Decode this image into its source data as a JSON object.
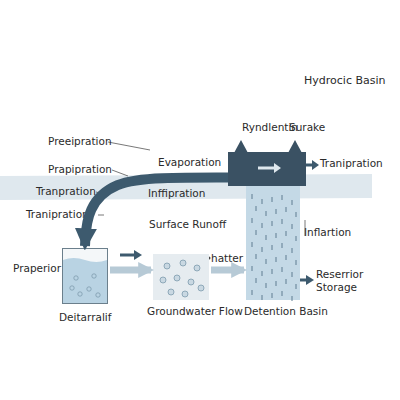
{
  "diagram": {
    "title": "Hydrocic Basin",
    "nodes": [
      {
        "text": [
          "Praperior",
          "Deitarralif"
        ]
      },
      {
        "text": [
          "hatter",
          "Groundwater Flow"
        ]
      },
      {
        "text": [
          "Ryndlentin",
          "Surake"
        ]
      },
      {
        "text": [
          "Detention Basin"
        ]
      }
    ],
    "edges": [
      {
        "from": 2,
        "to": 0,
        "arrow": "to"
      },
      {
        "from": 0,
        "to": 1,
        "arrow": "to"
      },
      {
        "from": 1,
        "to": 3,
        "arrow": "to"
      }
    ],
    "labels": [
      "Preeipration",
      "Prapipration",
      "Tranpration",
      "Tranipration",
      "Evaporation",
      "Inffipration",
      "Surface Runoff",
      "Tranipration",
      "Inflartion",
      "Reserrior Storage"
    ]
  }
}
